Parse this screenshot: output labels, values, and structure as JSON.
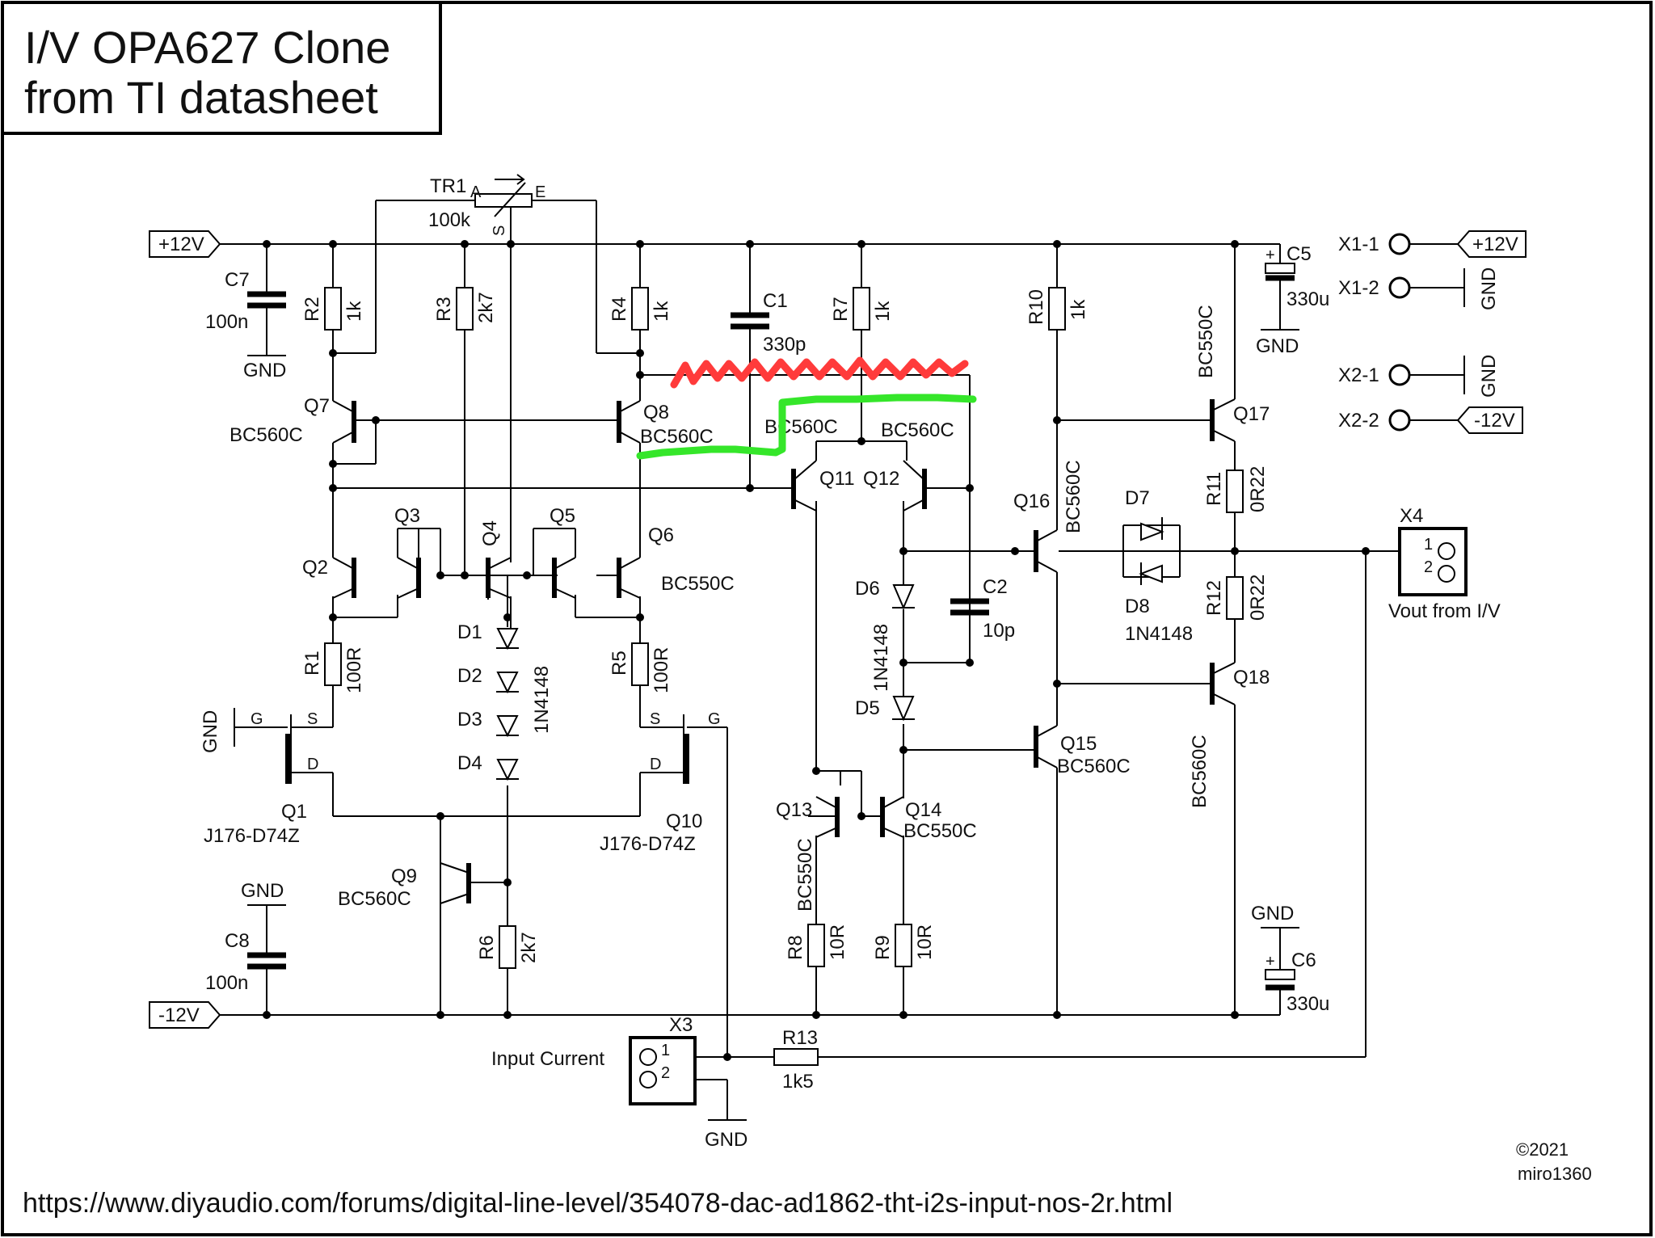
{
  "title": {
    "line1": "I/V OPA627 Clone",
    "line2": "from TI datasheet"
  },
  "footer": {
    "url": "https://www.diyaudio.com/forums/digital-line-level/354078-dac-ad1862-tht-i2s-input-nos-2r.html",
    "copyright": "©2021",
    "author": "miro1360"
  },
  "colors": {
    "wire": "#000000",
    "red_mark": "#ff3b3b",
    "green_mark": "#35e62a"
  },
  "rails": {
    "pos": "+12V",
    "neg": "-12V",
    "gnd": "GND"
  },
  "trimmer": {
    "ref": "TR1",
    "value": "100k",
    "pin_a": "A",
    "pin_e": "E",
    "pin_s": "S"
  },
  "capacitors": {
    "c1": {
      "ref": "C1",
      "value": "330p"
    },
    "c2": {
      "ref": "C2",
      "value": "10p"
    },
    "c5": {
      "ref": "C5",
      "value": "330u"
    },
    "c6": {
      "ref": "C6",
      "value": "330u"
    },
    "c7": {
      "ref": "C7",
      "value": "100n"
    },
    "c8": {
      "ref": "C8",
      "value": "100n"
    }
  },
  "resistors": {
    "r1": {
      "ref": "R1",
      "value": "100R"
    },
    "r2": {
      "ref": "R2",
      "value": "1k"
    },
    "r3": {
      "ref": "R3",
      "value": "2k7"
    },
    "r4": {
      "ref": "R4",
      "value": "1k"
    },
    "r5": {
      "ref": "R5",
      "value": "100R"
    },
    "r6": {
      "ref": "R6",
      "value": "2k7"
    },
    "r7": {
      "ref": "R7",
      "value": "1k"
    },
    "r8": {
      "ref": "R8",
      "value": "10R"
    },
    "r9": {
      "ref": "R9",
      "value": "10R"
    },
    "r10": {
      "ref": "R10",
      "value": "1k"
    },
    "r11": {
      "ref": "R11",
      "value": "0R22"
    },
    "r12": {
      "ref": "R12",
      "value": "0R22"
    },
    "r13": {
      "ref": "R13",
      "value": "1k5"
    }
  },
  "transistors": {
    "q1": {
      "ref": "Q1",
      "part": "J176-D74Z"
    },
    "q2": {
      "ref": "Q2"
    },
    "q3": {
      "ref": "Q3"
    },
    "q4": {
      "ref": "Q4"
    },
    "q5": {
      "ref": "Q5"
    },
    "q6": {
      "ref": "Q6",
      "part": "BC550C"
    },
    "q7": {
      "ref": "Q7",
      "part": "BC560C"
    },
    "q8": {
      "ref": "Q8",
      "part": "BC560C"
    },
    "q9": {
      "ref": "Q9",
      "part": "BC560C"
    },
    "q10": {
      "ref": "Q10",
      "part": "J176-D74Z"
    },
    "q11": {
      "ref": "Q11",
      "part": "BC560C"
    },
    "q12": {
      "ref": "Q12",
      "part": "BC560C"
    },
    "q13": {
      "ref": "Q13",
      "part": "BC550C"
    },
    "q14": {
      "ref": "Q14",
      "part": "BC550C"
    },
    "q15": {
      "ref": "Q15",
      "part": "BC560C"
    },
    "q16": {
      "ref": "Q16",
      "part": "BC560C"
    },
    "q17": {
      "ref": "Q17",
      "part": "BC550C"
    },
    "q18": {
      "ref": "Q18",
      "part": "BC560C"
    }
  },
  "jfet_pins": {
    "g": "G",
    "s": "S",
    "d": "D"
  },
  "diodes": {
    "d1": "D1",
    "d2": "D2",
    "d3": "D3",
    "d4": "D4",
    "d5": "D5",
    "d6": "D6",
    "d7": "D7",
    "d8": "D8",
    "part": "1N4148"
  },
  "connectors": {
    "x1_1": "X1-1",
    "x1_2": "X1-2",
    "x2_1": "X2-1",
    "x2_2": "X2-2",
    "x3": {
      "ref": "X3",
      "label": "Input Current",
      "pin1": "1",
      "pin2": "2"
    },
    "x4": {
      "ref": "X4",
      "label": "Vout from I/V",
      "pin1": "1",
      "pin2": "2"
    }
  },
  "polarity_mark": "+"
}
